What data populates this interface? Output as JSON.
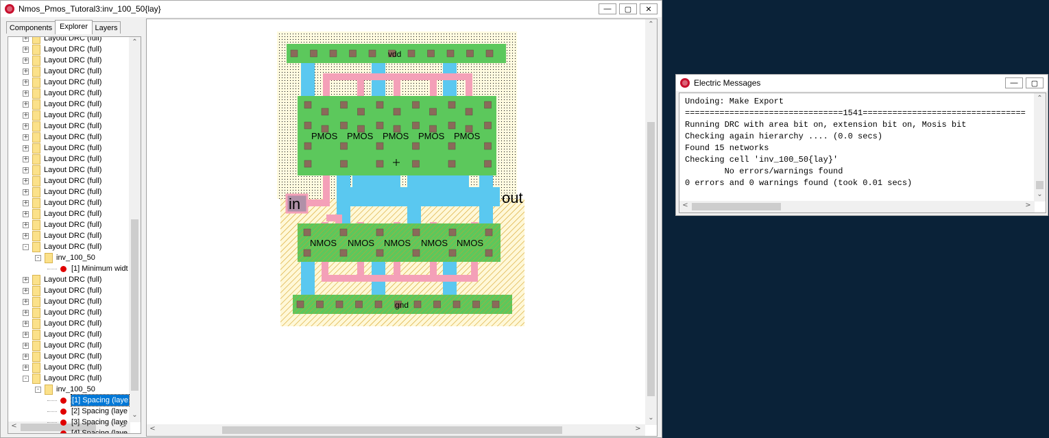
{
  "main_window": {
    "title": "Nmos_Pmos_Tutoral3:inv_100_50{lay}",
    "tabs": [
      "Components",
      "Explorer",
      "Layers"
    ],
    "active_tab": "Explorer",
    "tree_rows": [
      {
        "label": "Layout DRC (full)",
        "level": 0,
        "kind": "folder",
        "expander": "+",
        "partial": true
      },
      {
        "label": "Layout DRC (full)",
        "level": 0,
        "kind": "folder",
        "expander": "+"
      },
      {
        "label": "Layout DRC (full)",
        "level": 0,
        "kind": "folder",
        "expander": "+"
      },
      {
        "label": "Layout DRC (full)",
        "level": 0,
        "kind": "folder",
        "expander": "+"
      },
      {
        "label": "Layout DRC (full)",
        "level": 0,
        "kind": "folder",
        "expander": "+"
      },
      {
        "label": "Layout DRC (full)",
        "level": 0,
        "kind": "folder",
        "expander": "+"
      },
      {
        "label": "Layout DRC (full)",
        "level": 0,
        "kind": "folder",
        "expander": "+"
      },
      {
        "label": "Layout DRC (full)",
        "level": 0,
        "kind": "folder",
        "expander": "+"
      },
      {
        "label": "Layout DRC (full)",
        "level": 0,
        "kind": "folder",
        "expander": "+"
      },
      {
        "label": "Layout DRC (full)",
        "level": 0,
        "kind": "folder",
        "expander": "+"
      },
      {
        "label": "Layout DRC (full)",
        "level": 0,
        "kind": "folder",
        "expander": "+"
      },
      {
        "label": "Layout DRC (full)",
        "level": 0,
        "kind": "folder",
        "expander": "+"
      },
      {
        "label": "Layout DRC (full)",
        "level": 0,
        "kind": "folder",
        "expander": "+"
      },
      {
        "label": "Layout DRC (full)",
        "level": 0,
        "kind": "folder",
        "expander": "+"
      },
      {
        "label": "Layout DRC (full)",
        "level": 0,
        "kind": "folder",
        "expander": "+"
      },
      {
        "label": "Layout DRC (full)",
        "level": 0,
        "kind": "folder",
        "expander": "+"
      },
      {
        "label": "Layout DRC (full)",
        "level": 0,
        "kind": "folder",
        "expander": "+"
      },
      {
        "label": "Layout DRC (full)",
        "level": 0,
        "kind": "folder",
        "expander": "+"
      },
      {
        "label": "Layout DRC (full)",
        "level": 0,
        "kind": "folder",
        "expander": "+"
      },
      {
        "label": "Layout DRC (full)",
        "level": 0,
        "kind": "folder",
        "expander": "-"
      },
      {
        "label": "inv_100_50",
        "level": 1,
        "kind": "folder",
        "expander": "-"
      },
      {
        "label": "[1] Minimum widt",
        "level": 2,
        "kind": "error"
      },
      {
        "label": "Layout DRC (full)",
        "level": 0,
        "kind": "folder",
        "expander": "+"
      },
      {
        "label": "Layout DRC (full)",
        "level": 0,
        "kind": "folder",
        "expander": "+"
      },
      {
        "label": "Layout DRC (full)",
        "level": 0,
        "kind": "folder",
        "expander": "+"
      },
      {
        "label": "Layout DRC (full)",
        "level": 0,
        "kind": "folder",
        "expander": "+"
      },
      {
        "label": "Layout DRC (full)",
        "level": 0,
        "kind": "folder",
        "expander": "+"
      },
      {
        "label": "Layout DRC (full)",
        "level": 0,
        "kind": "folder",
        "expander": "+"
      },
      {
        "label": "Layout DRC (full)",
        "level": 0,
        "kind": "folder",
        "expander": "+"
      },
      {
        "label": "Layout DRC (full)",
        "level": 0,
        "kind": "folder",
        "expander": "+"
      },
      {
        "label": "Layout DRC (full)",
        "level": 0,
        "kind": "folder",
        "expander": "+"
      },
      {
        "label": "Layout DRC (full)",
        "level": 0,
        "kind": "folder",
        "expander": "-"
      },
      {
        "label": "inv_100_50",
        "level": 1,
        "kind": "folder",
        "expander": "-"
      },
      {
        "label": "[1] Spacing (laye",
        "level": 2,
        "kind": "error",
        "selected": true
      },
      {
        "label": "[2] Spacing (laye",
        "level": 2,
        "kind": "error"
      },
      {
        "label": "[3] Spacing (laye",
        "level": 2,
        "kind": "error"
      },
      {
        "label": "[4] Spacing (laye",
        "level": 2,
        "kind": "error"
      }
    ]
  },
  "layout": {
    "vdd_label": "vdd",
    "gnd_label": "gnd",
    "pmos_labels": [
      "PMOS",
      "PMOS",
      "PMOS",
      "PMOS",
      "PMOS"
    ],
    "nmos_labels": [
      "NMOS",
      "NMOS",
      "NMOS",
      "NMOS",
      "NMOS"
    ],
    "in_label": "in",
    "out_label": "out",
    "colors": {
      "metal1": "#5ac8f0",
      "poly": "#f4a0b8",
      "active": "#5cc85c",
      "contact": "#8a6a5a",
      "nwell": "#fff4a0"
    }
  },
  "messages_window": {
    "title": "Electric Messages",
    "lines": [
      "Undoing: Make Export",
      "================================1541=================================",
      "Running DRC with area bit on, extension bit on, Mosis bit",
      "Checking again hierarchy .... (0.0 secs)",
      "Found 15 networks",
      "Checking cell 'inv_100_50{lay}'",
      "        No errors/warnings found",
      "0 errors and 0 warnings found (took 0.01 secs)"
    ]
  }
}
